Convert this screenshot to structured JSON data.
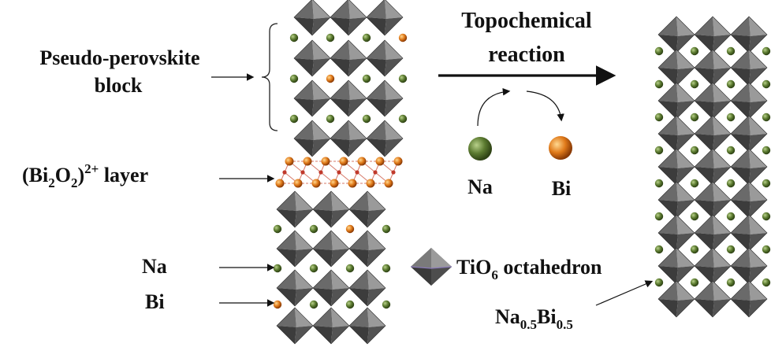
{
  "labels": {
    "block_line1": "Pseudo-perovskite",
    "block_line2": "block",
    "layer_prefix": "(Bi",
    "layer_sub1": "2",
    "layer_mid": "O",
    "layer_sub2": "2",
    "layer_close": ")",
    "layer_sup": "2+",
    "layer_suffix": " layer",
    "na": "Na",
    "bi": "Bi",
    "reaction_line1": "Topochemical",
    "reaction_line2": "reaction",
    "legend_na": "Na",
    "legend_bi": "Bi",
    "tio6_prefix": "TiO",
    "tio6_sub": "6",
    "tio6_suffix": " octahedron",
    "product_na": "Na",
    "product_na_sub": "0.5",
    "product_bi": "Bi",
    "product_bi_sub": "0.5"
  },
  "icons": {
    "octahedron": "tio6-octahedron-icon",
    "na_atom": "na-atom-icon",
    "bi_atom": "bi-atom-icon"
  },
  "colors": {
    "octahedron_light": "#9a9a9a",
    "octahedron_dark": "#3c3c3c",
    "octahedron_mid": "#6a6a6a",
    "na_atom": "#4f6e2a",
    "bi_atom": "#d9771c",
    "bond": "#d77a6a"
  }
}
